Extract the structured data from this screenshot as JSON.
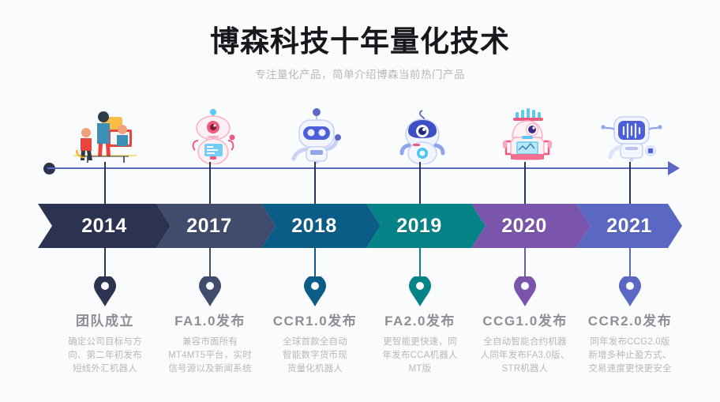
{
  "header": {
    "title": "博森科技十年量化技术",
    "subtitle": "专注量化产品，简单介绍博森当前热门产品"
  },
  "colors": {
    "background": "#fafbfc",
    "axis": "#5a68c4",
    "axis_dot": "#2b3350",
    "title": "#17181c",
    "subtitle": "#b6b9bd",
    "caption_heading": "#8d8f94",
    "caption_body": "#b6b9bd"
  },
  "chart_data": {
    "type": "timeline",
    "title": "博森科技十年量化技术",
    "subtitle": "专注量化产品，简单介绍博森当前热门产品",
    "orientation": "horizontal",
    "axis_direction": "left-to-right",
    "categories": [
      "2014",
      "2017",
      "2018",
      "2019",
      "2020",
      "2021"
    ],
    "milestones": [
      {
        "year": "2014",
        "heading": "团队成立",
        "body": "确定公司目标与方向、第二年初发布短线外汇机器人",
        "body_lines": [
          "确定公司目标与方",
          "向、第二年初发布",
          "短线外汇机器人"
        ],
        "color": "#2b3350",
        "illustration": "team-meeting-illustration"
      },
      {
        "year": "2017",
        "heading": "FA1.0发布",
        "body": "兼容市面所有MT4MT5平台，实时信号源以及新闻系统",
        "body_lines": [
          "兼容市面所有",
          "MT4MT5平台，实时",
          "信号源以及新闻系统"
        ],
        "color": "#414b6b",
        "illustration": "pink-robot-screen"
      },
      {
        "year": "2018",
        "heading": "CCR1.0发布",
        "body": "全球首款全自动智能数字货币现货量化机器人",
        "body_lines": [
          "全球首款全自动",
          "智能数字货币现",
          "货量化机器人"
        ],
        "color": "#0b5c87",
        "illustration": "blue-visor-robot"
      },
      {
        "year": "2019",
        "heading": "FA2.0发布",
        "body": "更智能更快速，同年发布CCA机器人MT版",
        "body_lines": [
          "更智能更快速，同",
          "年发布CCA机器人",
          "MT版"
        ],
        "color": "#068386",
        "illustration": "blue-cyclops-robot"
      },
      {
        "year": "2020",
        "heading": "CCG1.0发布",
        "body": "全自动智能合约机器人同年发布FA3.0版、STR机器人",
        "body_lines": [
          "全自动智能合约机器",
          "人同年发布FA3.0版、",
          "STR机器人"
        ],
        "color": "#7a55ab",
        "illustration": "pink-crown-robot"
      },
      {
        "year": "2021",
        "heading": "CCR2.0发布",
        "body": "同年发布CCG2.0版新增多种止盈方式、交易速度更快更安全",
        "body_lines": [
          "同年发布CCG2.0版",
          "新增多种止盈方式、",
          "交易速度更快更安全"
        ],
        "color": "#5a68c4",
        "illustration": "blue-soundwave-robot"
      }
    ]
  }
}
